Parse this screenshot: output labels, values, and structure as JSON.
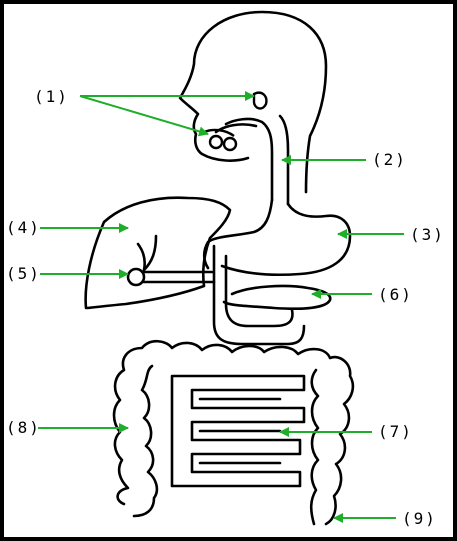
{
  "labels": {
    "l1": "(1)",
    "l2": "(2)",
    "l3": "(3)",
    "l4": "(4)",
    "l5": "(5)",
    "l6": "(6)",
    "l7": "(7)",
    "l8": "(8)",
    "l9": "(9)"
  },
  "colors": {
    "arrow": "#1fae2a",
    "outline": "#000000",
    "background": "#ffffff",
    "border": "#000000"
  }
}
